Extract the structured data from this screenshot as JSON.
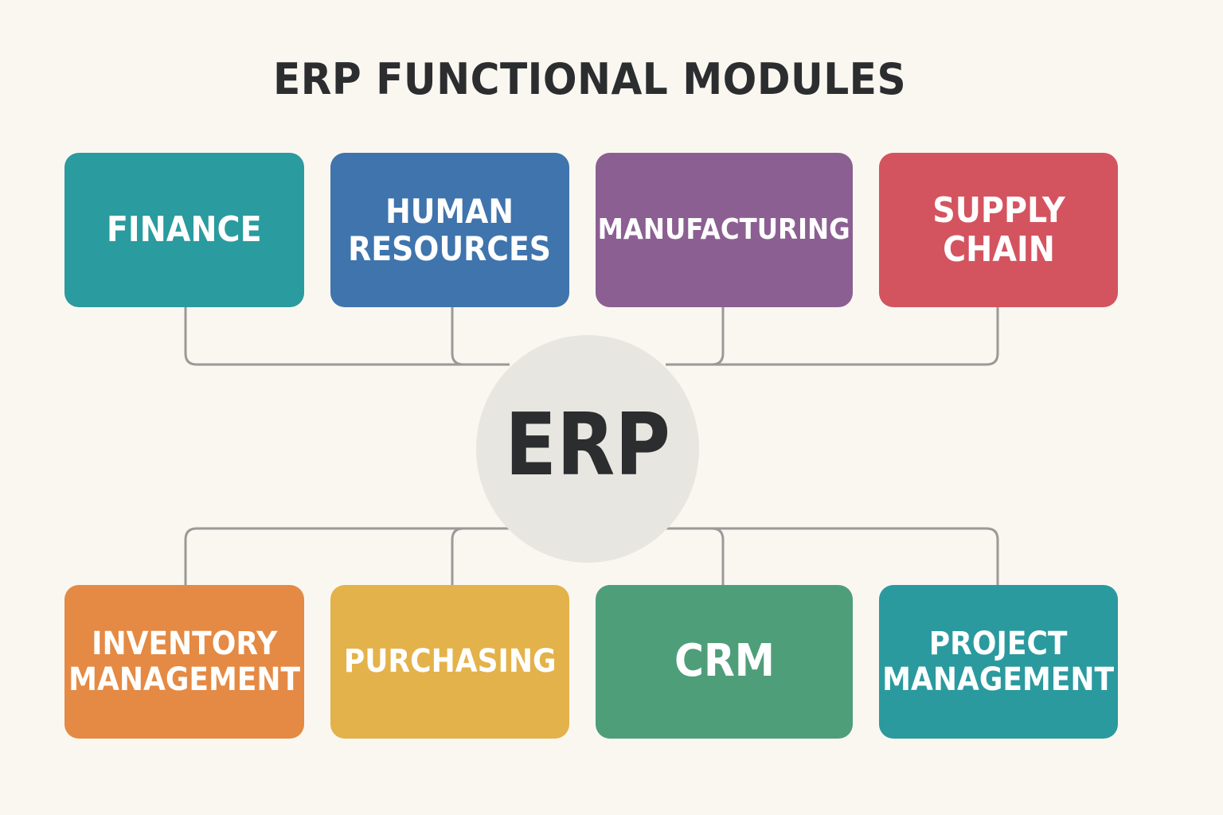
{
  "title": "ERP FUNCTIONAL MODULES",
  "hub": {
    "label": "ERP",
    "color": "#e8e6e1"
  },
  "top_modules": [
    {
      "label": "FINANCE",
      "color": "#2a9b9e"
    },
    {
      "label": "HUMAN\nRESOURCES",
      "color": "#3f74ad"
    },
    {
      "label": "MANUFACTURING",
      "color": "#8c5f92"
    },
    {
      "label": "SUPPLY\nCHAIN",
      "color": "#d3545f"
    }
  ],
  "bottom_modules": [
    {
      "label": "INVENTORY\nMANAGEMENT",
      "color": "#e48a44"
    },
    {
      "label": "PURCHASING",
      "color": "#e4b24a"
    },
    {
      "label": "CRM",
      "color": "#4f9e7a"
    },
    {
      "label": "PROJECT\nMANAGEMENT",
      "color": "#2a9a9f"
    }
  ],
  "connector_color": "#9a9a98"
}
